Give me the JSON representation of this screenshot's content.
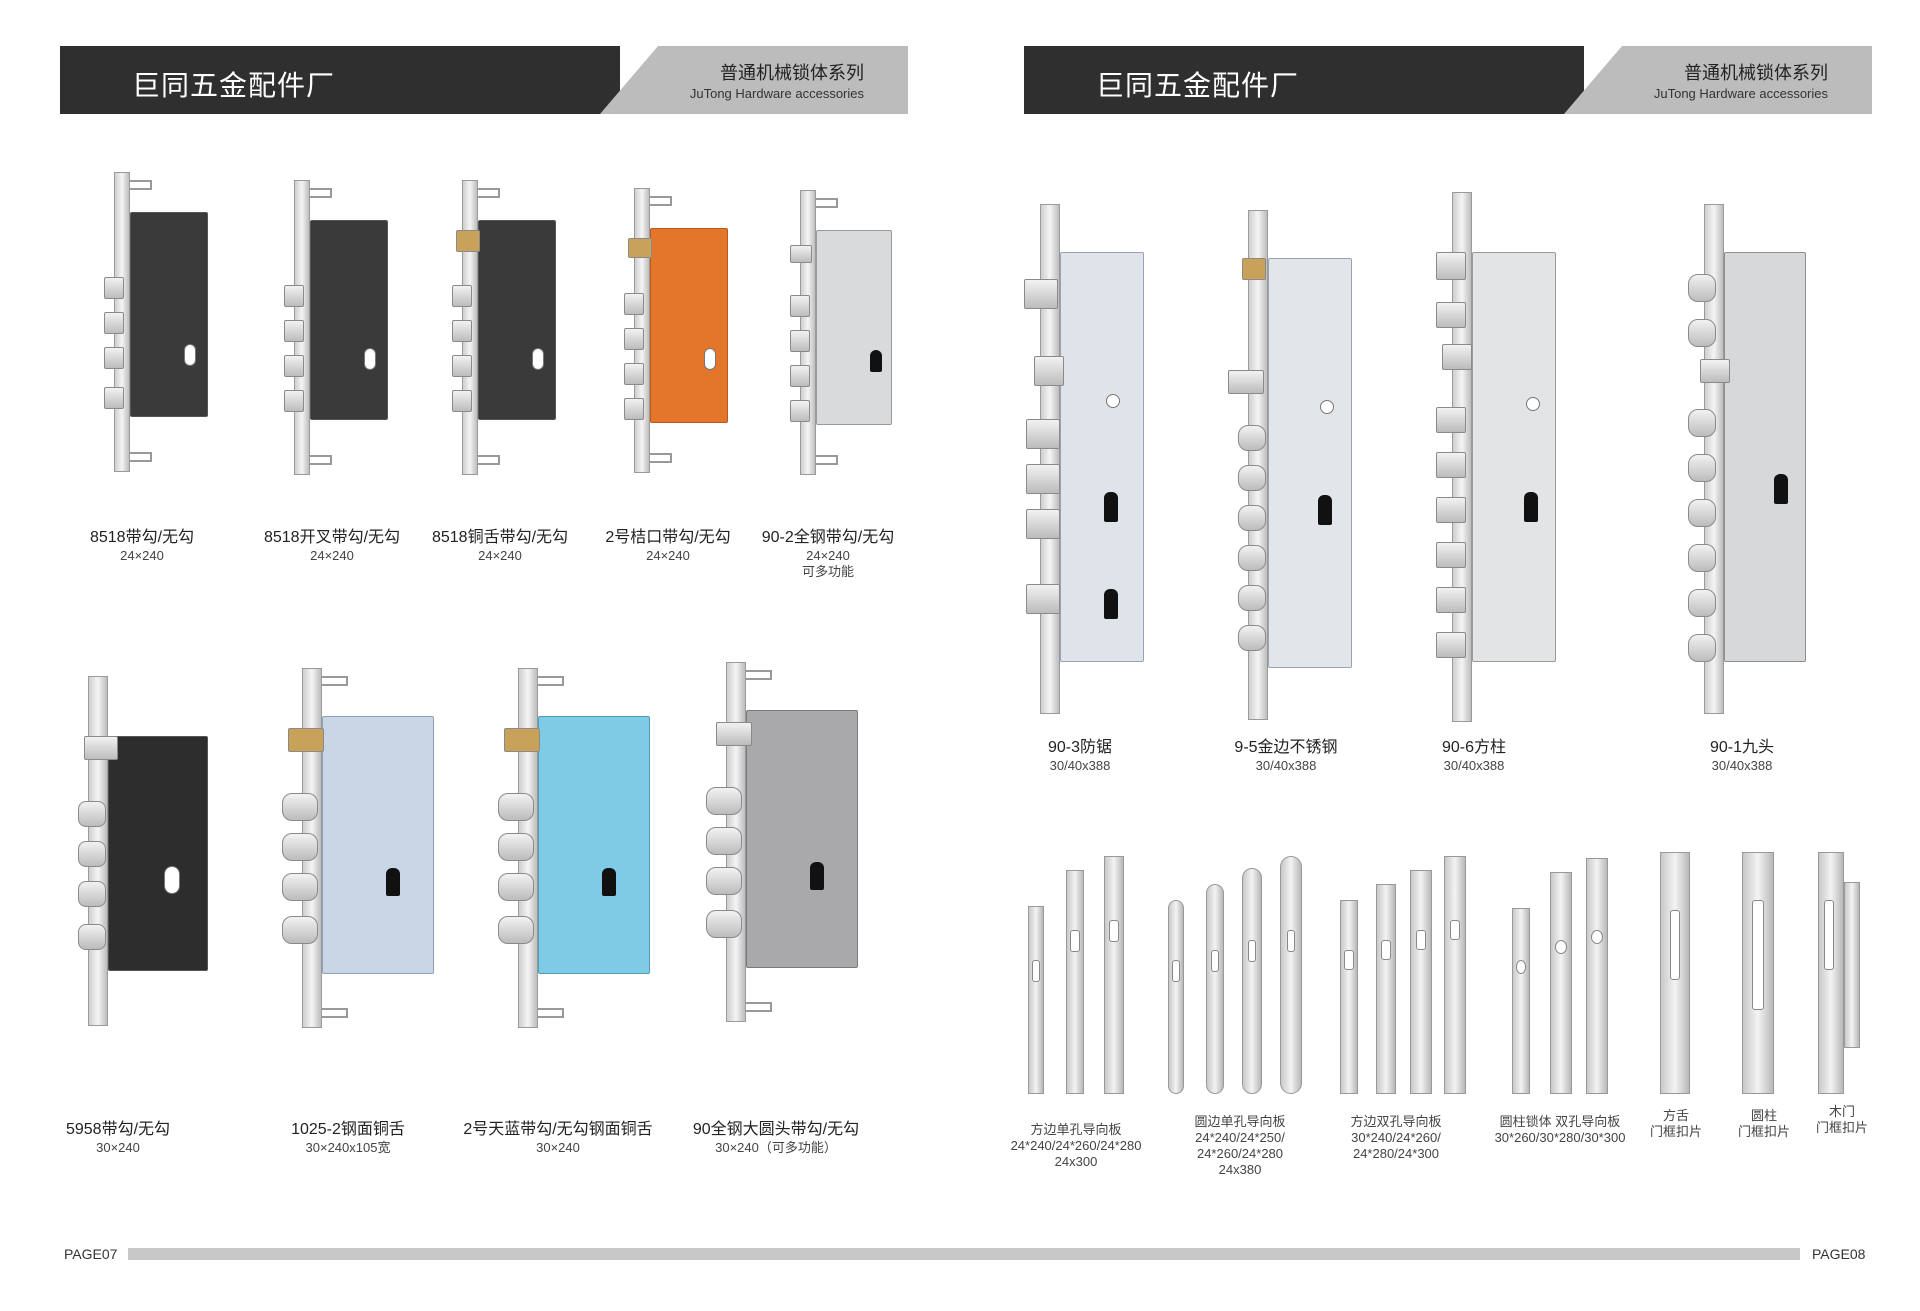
{
  "header": {
    "brand": "巨同五金配件厂",
    "series_cn": "普通机械锁体系列",
    "series_en": "JuTong  Hardware accessories"
  },
  "colors": {
    "banner_dark": "#2f2f2f",
    "banner_grey": "#bcbcbc",
    "body_black": "#3a3a3a",
    "body_orange": "#e4762c",
    "body_lightblue": "#c9d6e6",
    "body_skyblue": "#7fcbe6",
    "body_silver": "#d9dadc",
    "brass": "#c9a25a"
  },
  "left_page": {
    "row1": [
      {
        "name": "8518带勾/无勾",
        "size": "24×240",
        "extra": ""
      },
      {
        "name": "8518开叉带勾/无勾",
        "size": "24×240",
        "extra": ""
      },
      {
        "name": "8518铜舌带勾/无勾",
        "size": "24×240",
        "extra": ""
      },
      {
        "name": "2号桔口带勾/无勾",
        "size": "24×240",
        "extra": ""
      },
      {
        "name": "90-2全钢带勾/无勾",
        "size": "24×240",
        "extra": "可多功能"
      }
    ],
    "row2": [
      {
        "name": "5958带勾/无勾",
        "size": "30×240"
      },
      {
        "name": "1025-2钢面铜舌",
        "size": "30×240x105宽"
      },
      {
        "name": "2号天蓝带勾/无勾钢面铜舌",
        "size": "30×240"
      },
      {
        "name": "90全钢大圆头带勾/无勾",
        "size": "30×240（可多功能）"
      }
    ]
  },
  "right_page": {
    "locks": [
      {
        "name": "90-3防锯",
        "size": "30/40x388"
      },
      {
        "name": "9-5金边不锈钢",
        "size": "30/40x388"
      },
      {
        "name": "90-6方柱",
        "size": "30/40x388"
      },
      {
        "name": "90-1九头",
        "size": "30/40x388"
      }
    ],
    "plates": [
      {
        "line1": "方边单孔导向板",
        "line2": "24*240/24*260/24*280",
        "line3": "24x300"
      },
      {
        "line1": "圆边单孔导向板",
        "line2": "24*240/24*250/",
        "line3": "24*260/24*280",
        "line4": "24x380"
      },
      {
        "line1": "方边双孔导向板",
        "line2": "30*240/24*260/",
        "line3": "24*280/24*300"
      },
      {
        "line1": "圆柱锁体 双孔导向板",
        "line2": "30*260/30*280/30*300"
      },
      {
        "line1": "方舌",
        "line2": "门框扣片"
      },
      {
        "line1": "圆柱",
        "line2": "门框扣片"
      },
      {
        "line1": "木门",
        "line2": "门框扣片"
      }
    ]
  },
  "footer": {
    "page_left": "PAGE07",
    "page_right": "PAGE08"
  }
}
